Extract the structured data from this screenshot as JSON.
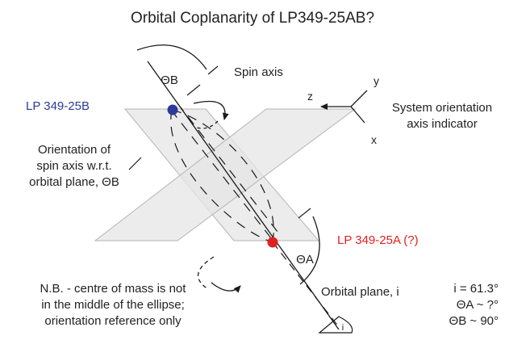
{
  "title": "Orbital Coplanarity of LP349-25AB?",
  "labels": {
    "spin_axis": "Spin axis",
    "star_b": "LP 349-25B",
    "star_a": "LP 349-25A (?)",
    "theta_b_symbol": "ΘB",
    "theta_a_symbol": "ΘA",
    "orientation_line1": "Orientation of",
    "orientation_line2": "spin axis w.r.t.",
    "orientation_line3": "orbital plane, ΘB",
    "system_orientation_line1": "System orientation",
    "system_orientation_line2": "axis indicator",
    "axis_x": "x",
    "axis_y": "y",
    "axis_z": "z",
    "orbital_plane": "Orbital plane, i",
    "inclination_symbol": "i",
    "nb_line1": "N.B. - centre of mass is not",
    "nb_line2": "in the middle of the ellipse;",
    "nb_line3": "orientation reference only"
  },
  "values": {
    "inclination": "i = 61.3°",
    "theta_a": "ΘA ~ ?°",
    "theta_b": "ΘB ~ 90°"
  },
  "colors": {
    "star_b": "#2b3a9c",
    "star_a": "#e02020",
    "plane_fill": "#e6e6e6",
    "plane_stroke": "#b5b5b5",
    "line": "#1a1a1a"
  }
}
